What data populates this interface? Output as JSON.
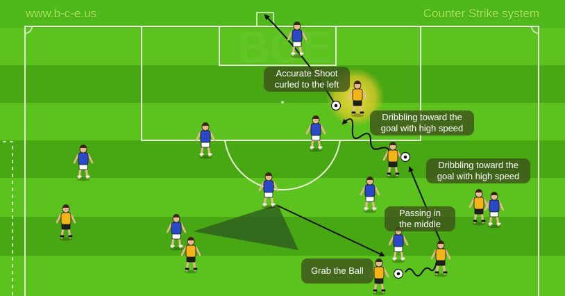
{
  "header": {
    "website": "www.b-c-e.us",
    "title": "Counter Strike system",
    "watermark": "BCE"
  },
  "annotations": {
    "shoot": [
      "Accurate Shoot",
      "curled to the left"
    ],
    "dribble_top": [
      "Dribbling toward the",
      "goal with high speed"
    ],
    "dribble_right": [
      "Dribbling toward the",
      "goal with high speed"
    ],
    "passing": [
      "Passing in",
      "the middle"
    ],
    "grab": "Grab the Ball"
  },
  "colors": {
    "grass_light": "#5cc21e",
    "grass_dark": "#48a814",
    "lines": "#e8f5d8",
    "blue_team": "#2a48c8",
    "yellow_team": "#f2b418",
    "callout_bg": "#3e541c",
    "header_text": "#a8e85a"
  },
  "icons": [
    "player-blue-icon",
    "player-yellow-icon",
    "goalkeeper-icon",
    "ball-icon"
  ]
}
